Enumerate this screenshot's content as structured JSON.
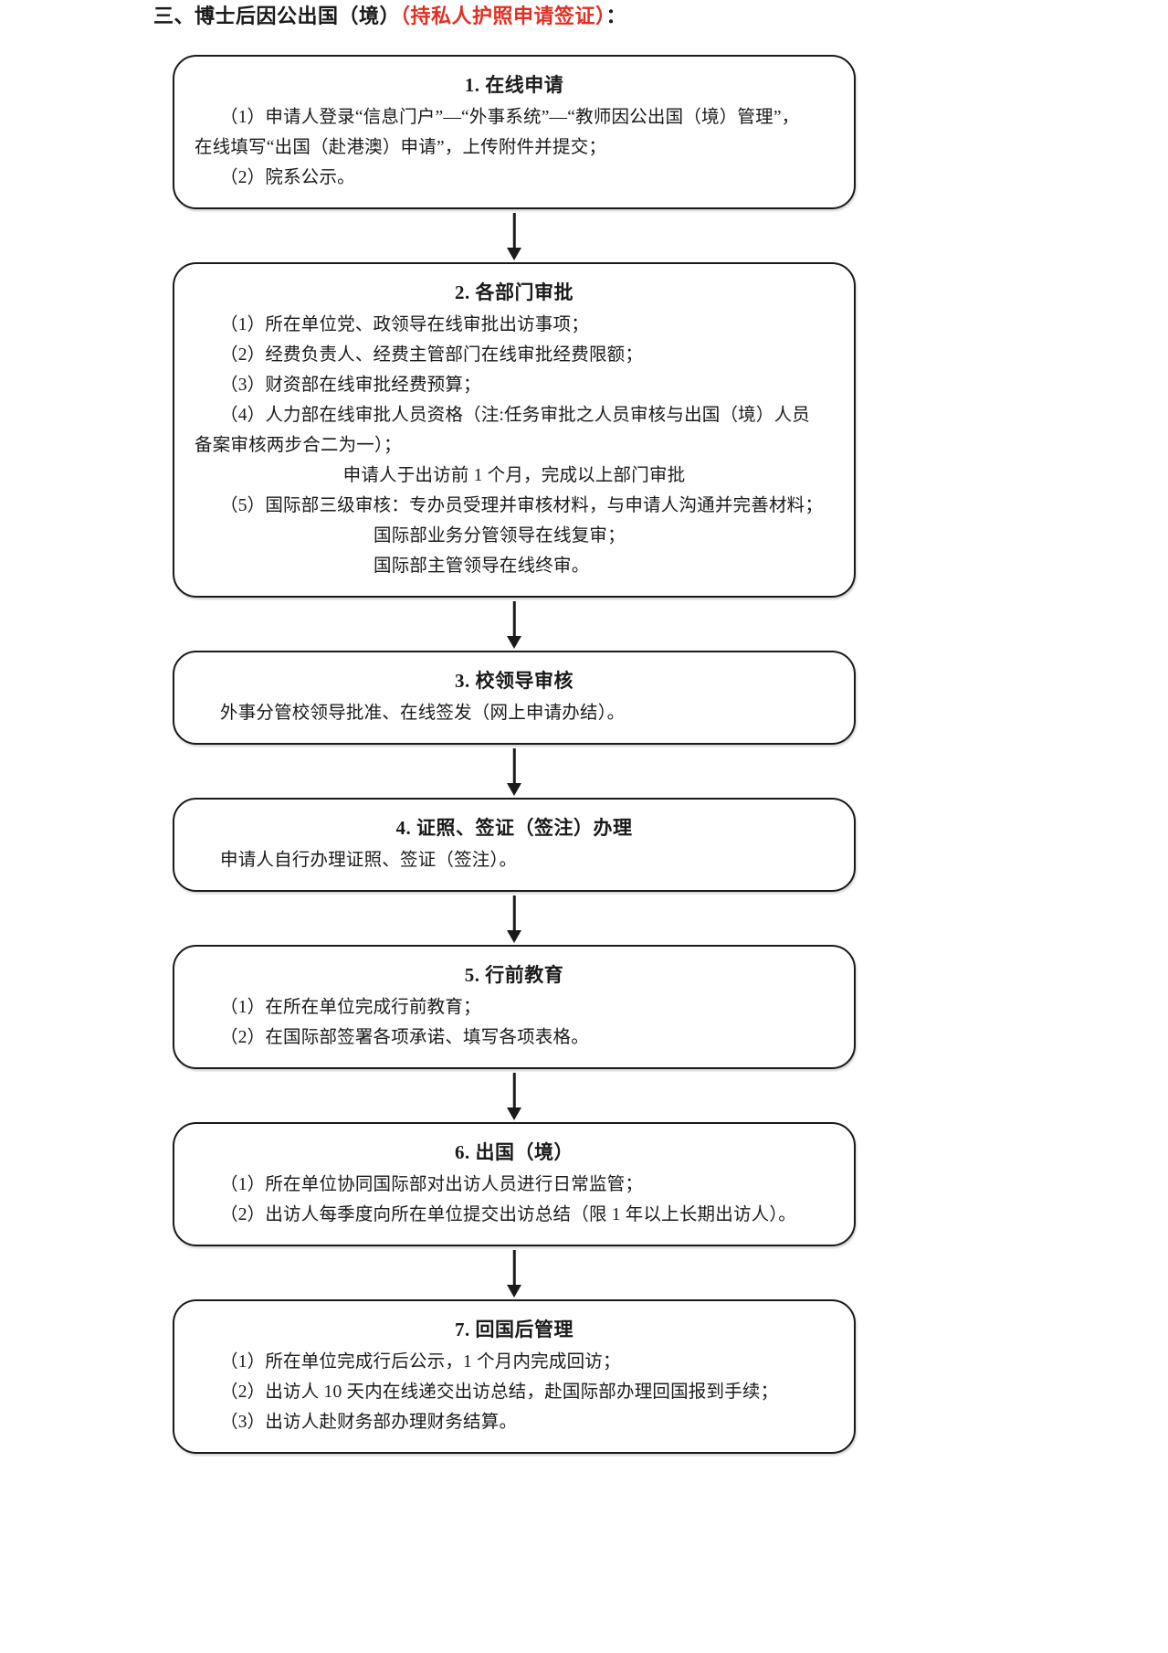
{
  "document": {
    "section_heading": {
      "prefix": "三、博士后因公出国（境）",
      "highlight": "（持私人护照申请签证）",
      "suffix": "："
    }
  },
  "flow": {
    "nodes": [
      {
        "id": "step-1",
        "title": "1. 在线申请",
        "lines": [
          {
            "text": "（1）申请人登录“信息门户”—“外事系统”—“教师因公出国（境）管理”，",
            "style": "indent"
          },
          {
            "text": "在线填写“出国（赴港澳）申请”，上传附件并提交；",
            "style": "hang"
          },
          {
            "text": "（2）院系公示。",
            "style": "indent"
          }
        ]
      },
      {
        "id": "step-2",
        "title": "2. 各部门审批",
        "lines": [
          {
            "text": "（1）所在单位党、政领导在线审批出访事项；",
            "style": "indent"
          },
          {
            "text": "（2）经费负责人、经费主管部门在线审批经费限额；",
            "style": "indent"
          },
          {
            "text": "（3）财资部在线审批经费预算；",
            "style": "indent"
          },
          {
            "text": "（4）人力部在线审批人员资格（注:任务审批之人员审核与出国（境）人员",
            "style": "indent"
          },
          {
            "text": "备案审核两步合二为一）；",
            "style": "hang"
          },
          {
            "text": "申请人于出访前 1 个月，完成以上部门审批",
            "style": "center"
          },
          {
            "text": "（5）国际部三级审核：专办员受理并审核材料，与申请人沟通并完善材料；",
            "style": "indent"
          },
          {
            "text": "国际部业务分管领导在线复审；",
            "style": "sub"
          },
          {
            "text": "国际部主管领导在线终审。",
            "style": "sub"
          }
        ]
      },
      {
        "id": "step-3",
        "title": "3. 校领导审核",
        "lines": [
          {
            "text": "外事分管校领导批准、在线签发（网上申请办结）。",
            "style": "indent"
          }
        ]
      },
      {
        "id": "step-4",
        "title": "4. 证照、签证（签注）办理",
        "lines": [
          {
            "text": "申请人自行办理证照、签证（签注）。",
            "style": "indent"
          }
        ]
      },
      {
        "id": "step-5",
        "title": "5. 行前教育",
        "lines": [
          {
            "text": "（1）在所在单位完成行前教育；",
            "style": "indent"
          },
          {
            "text": "（2）在国际部签署各项承诺、填写各项表格。",
            "style": "indent"
          }
        ]
      },
      {
        "id": "step-6",
        "title": "6. 出国（境）",
        "lines": [
          {
            "text": "（1）所在单位协同国际部对出访人员进行日常监管；",
            "style": "indent"
          },
          {
            "text": "（2）出访人每季度向所在单位提交出访总结（限 1 年以上长期出访人）。",
            "style": "indent"
          }
        ]
      },
      {
        "id": "step-7",
        "title": "7. 回国后管理",
        "lines": [
          {
            "text": "（1）所在单位完成行后公示，1 个月内完成回访；",
            "style": "indent"
          },
          {
            "text": "（2）出访人 10 天内在线递交出访总结，赴国际部办理回国报到手续；",
            "style": "indent"
          },
          {
            "text": "（3）出访人赴财务部办理财务结算。",
            "style": "indent"
          }
        ]
      }
    ]
  },
  "colors": {
    "highlight": "#e03024",
    "ink": "#1a1a1a",
    "page": "#ffffff"
  }
}
